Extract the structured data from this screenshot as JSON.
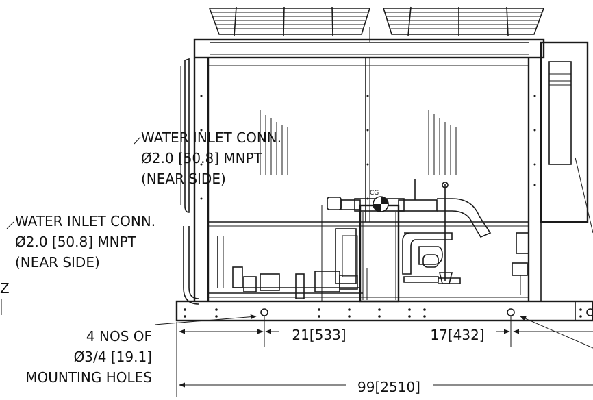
{
  "callouts": {
    "inlet_upper": {
      "line1": "WATER INLET CONN.",
      "line2": "Ø2.0 [50.8] MNPT",
      "line3": "(NEAR SIDE)"
    },
    "inlet_lower": {
      "line1": "WATER INLET CONN.",
      "line2": "Ø2.0 [50.8] MNPT",
      "line3": "(NEAR SIDE)"
    },
    "mounting_holes": {
      "line1": "4 NOS OF",
      "line2": "Ø3/4 [19.1]",
      "line3": "MOUNTING HOLES"
    },
    "edge_fragment": "Z"
  },
  "dimensions": {
    "hole_left": "21[533]",
    "hole_right": "17[432]",
    "overall": "99[2510]"
  },
  "markers": {
    "center_of_gravity": "CG"
  }
}
